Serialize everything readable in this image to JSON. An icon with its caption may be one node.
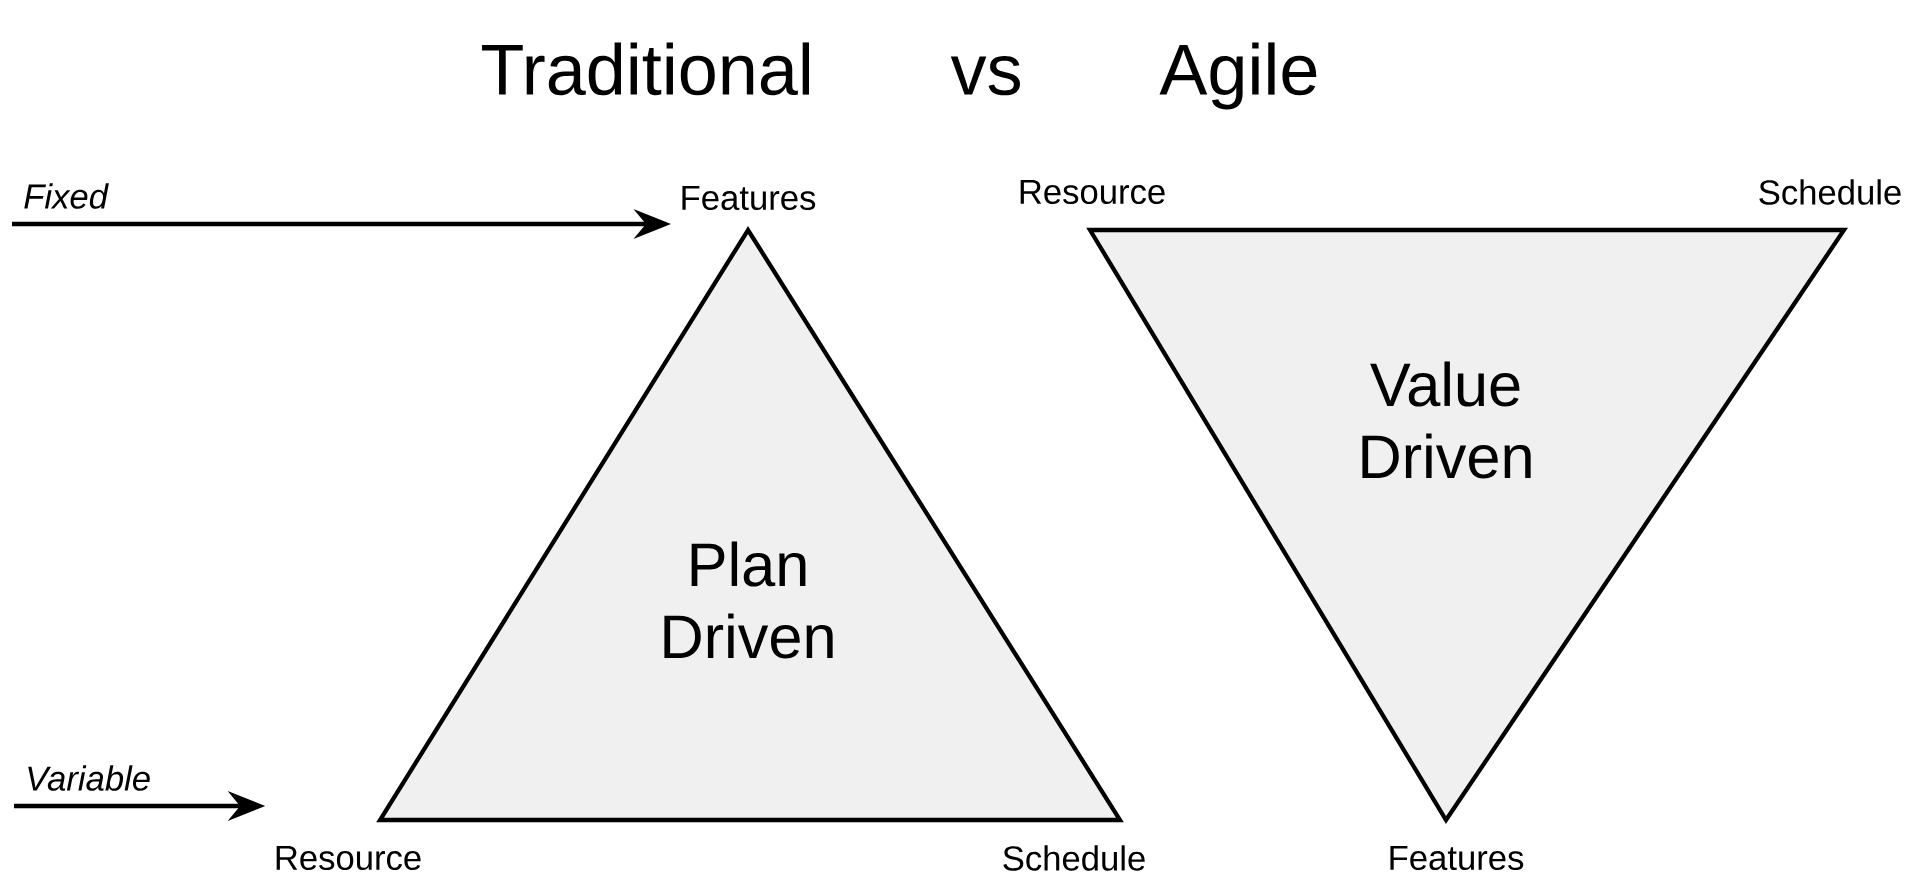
{
  "diagram": {
    "title": "Traditional vs Agile",
    "nodes": [
      {
        "text": [
          "Features"
        ]
      },
      {
        "text": [
          "Plan Driven"
        ]
      },
      {
        "text": [
          "Resource"
        ]
      },
      {
        "text": [
          "Value Driven"
        ]
      }
    ],
    "edges": [
      {
        "from": null,
        "to": 0,
        "arrow": "to",
        "label": "Fixed"
      },
      {
        "from": null,
        "to": 2,
        "arrow": "to",
        "label": "Variable"
      }
    ],
    "labels": [
      "Resource",
      "Schedule",
      "Schedule",
      "Features"
    ]
  }
}
